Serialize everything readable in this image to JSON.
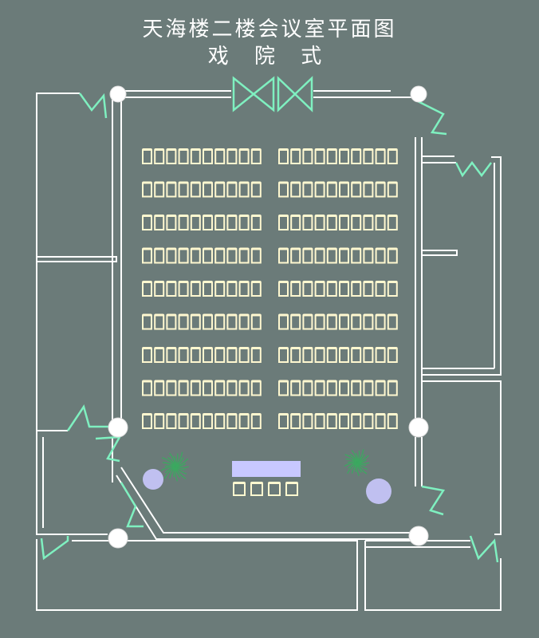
{
  "title": "天海楼二楼会议室平面图",
  "subtitle": "戏 院 式",
  "layout": {
    "style": "theater",
    "seat_blocks": 2,
    "seat_rows": 9,
    "seats_per_row_per_block": 10,
    "head_table_seats": 4,
    "columns": 6,
    "plants": 2,
    "round_planters": 2
  },
  "colors": {
    "background": "#6b7b79",
    "walls": "#ffffff",
    "doors": "#7ff0c0",
    "seats": "#fff8d0",
    "podium": "#c8c8ff",
    "planter": "#c0c0f0",
    "plant": "#3ca860"
  }
}
